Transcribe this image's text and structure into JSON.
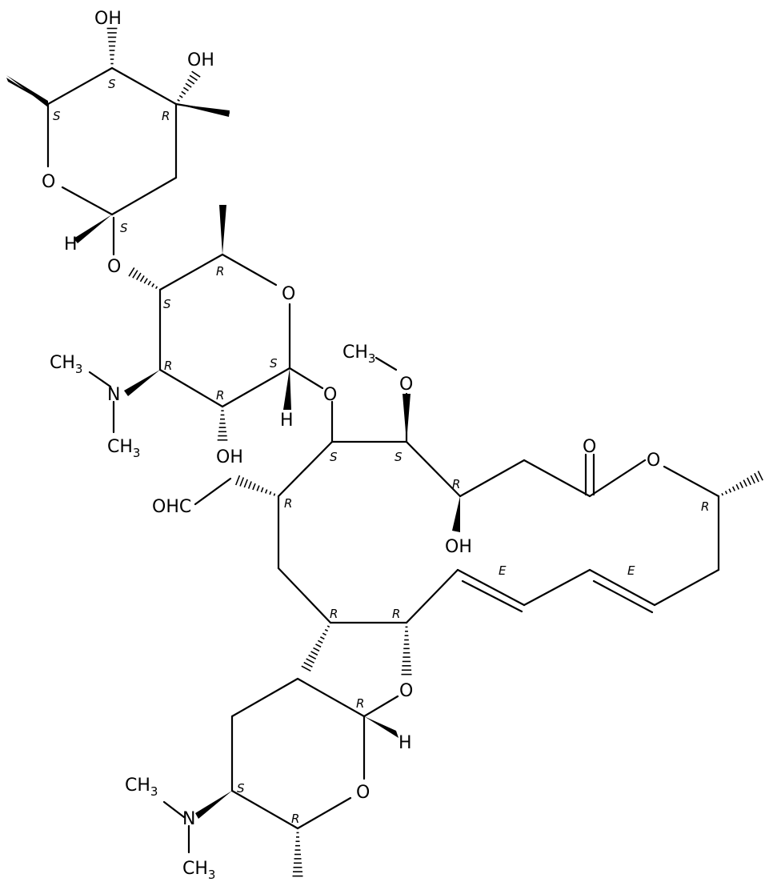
{
  "molecule": {
    "atom_labels": [
      {
        "id": "oh-top-1",
        "text": "OH"
      },
      {
        "id": "oh-top-2",
        "text": "OH"
      },
      {
        "id": "o-ring-a",
        "text": "O"
      },
      {
        "id": "h-a",
        "text": "H"
      },
      {
        "id": "o-link-a",
        "text": "O"
      },
      {
        "id": "o-ring-b",
        "text": "O"
      },
      {
        "id": "ch3-n-b-1",
        "text": "CH",
        "sub": "3"
      },
      {
        "id": "n-b",
        "text": "N"
      },
      {
        "id": "ch3-n-b-2",
        "text": "CH",
        "sub": "3"
      },
      {
        "id": "o-link-b",
        "text": "O"
      },
      {
        "id": "h-b",
        "text": "H"
      },
      {
        "id": "oh-b",
        "text": "OH"
      },
      {
        "id": "ch3-methoxy",
        "text": "CH",
        "sub": "3"
      },
      {
        "id": "o-methoxy",
        "text": "O"
      },
      {
        "id": "o-carbonyl",
        "text": "O"
      },
      {
        "id": "o-ester",
        "text": "O"
      },
      {
        "id": "ohc",
        "text": "OHC"
      },
      {
        "id": "oh-macro",
        "text": "OH"
      },
      {
        "id": "o-link-c",
        "text": "O"
      },
      {
        "id": "h-c",
        "text": "H"
      },
      {
        "id": "o-ring-c",
        "text": "O"
      },
      {
        "id": "ch3-n-c-1",
        "text": "CH",
        "sub": "3"
      },
      {
        "id": "n-c",
        "text": "N"
      },
      {
        "id": "ch3-n-c-2",
        "text": "CH",
        "sub": "3"
      }
    ],
    "stereo_labels": [
      {
        "id": "st-1",
        "text": "S"
      },
      {
        "id": "st-2",
        "text": "S"
      },
      {
        "id": "st-3",
        "text": "R"
      },
      {
        "id": "st-4",
        "text": "S"
      },
      {
        "id": "st-5",
        "text": "R"
      },
      {
        "id": "st-6",
        "text": "S"
      },
      {
        "id": "st-7",
        "text": "R"
      },
      {
        "id": "st-8",
        "text": "S"
      },
      {
        "id": "st-9",
        "text": "R"
      },
      {
        "id": "st-10",
        "text": "S"
      },
      {
        "id": "st-11",
        "text": "S"
      },
      {
        "id": "st-12",
        "text": "R"
      },
      {
        "id": "st-13",
        "text": "R"
      },
      {
        "id": "st-14",
        "text": "R"
      },
      {
        "id": "st-15",
        "text": "E"
      },
      {
        "id": "st-16",
        "text": "E"
      },
      {
        "id": "st-17",
        "text": "R"
      },
      {
        "id": "st-18",
        "text": "R"
      },
      {
        "id": "st-19",
        "text": "R"
      },
      {
        "id": "st-20",
        "text": "S"
      },
      {
        "id": "st-21",
        "text": "R"
      }
    ]
  }
}
